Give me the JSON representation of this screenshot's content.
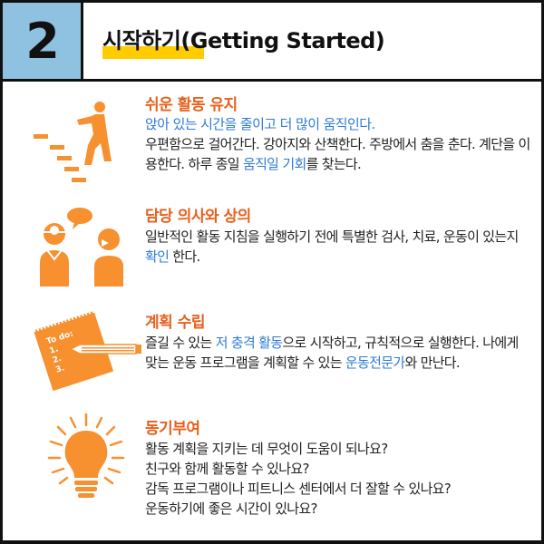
{
  "header": {
    "number": "2",
    "title": "시작하기(Getting Started)",
    "accent_color": "#ffcc00",
    "number_bg": "#8fc1e0"
  },
  "colors": {
    "section_title": "#e8601c",
    "highlight_blue": "#2f7bd8",
    "icon_orange": "#f7902f"
  },
  "sections": [
    {
      "icon": "person-climbing-stairs-icon",
      "title": "쉬운 활동 유지",
      "subtitle": "앉아 있는 시간을 줄이고 더 많이 움직인다.",
      "text_a": "우편함으로 걸어간다. 강아지와 산책한다. 주방에서 춤을 춘다. 계단을 이용한다. 하루 종일 ",
      "text_hl": "움직일 기회",
      "text_b": "를 찾는다."
    },
    {
      "icon": "doctor-consultation-icon",
      "title": "담당 의사와 상의",
      "text_a": "일반적인 활동 지침을 실행하기 전에 특별한 검사, 치료, 운동이 있는지 ",
      "text_hl": "확인",
      "text_b": " 한다."
    },
    {
      "icon": "todo-list-pencil-icon",
      "icon_text": [
        "To do:",
        "1.",
        "2.",
        "3."
      ],
      "title": "계획 수립",
      "text_a": "즐길 수 있는 ",
      "text_hl": "저 충격 활동",
      "text_b": "으로 시작하고, 규칙적으로 실행한다. 나에게 맞는 운동 프로그램을 계획할 수 있는 ",
      "text_hl2": "운동전문가",
      "text_c": "와 만난다."
    },
    {
      "icon": "lightbulb-icon",
      "title": "동기부여",
      "lines": [
        "활동 계획을 지키는 데 무엇이 도움이 되나요?",
        "친구와 함께 활동할 수 있나요?",
        "감독 프로그램이나 피트니스 센터에서 더 잘할 수 있나요?",
        "운동하기에 좋은 시간이 있나요?"
      ]
    }
  ]
}
